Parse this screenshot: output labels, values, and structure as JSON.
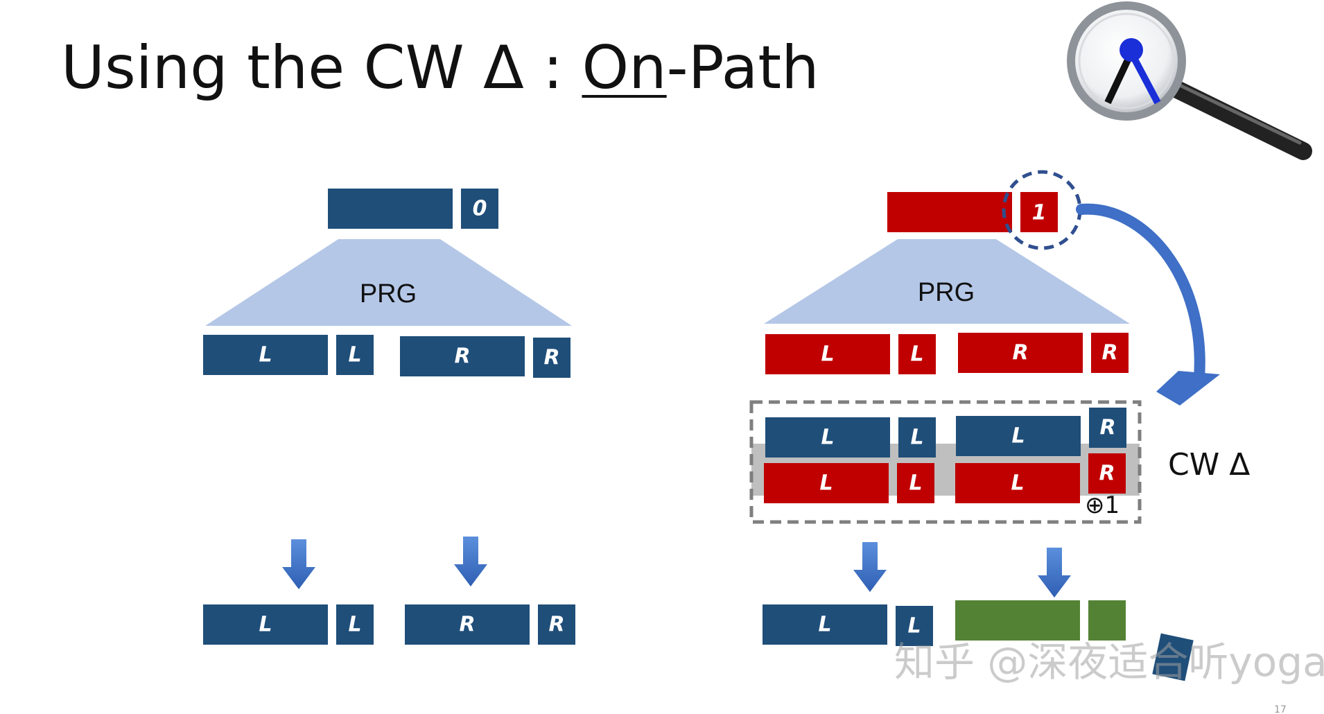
{
  "title": {
    "prefix": "Using the CW Δ : ",
    "underlined": "On",
    "suffix": "-Path"
  },
  "colors": {
    "blue": "#1f4e79",
    "red": "#c00000",
    "green": "#548235",
    "prg": "#b4c7e7",
    "arrow": "#4472c4",
    "gray": "#bfbfbf"
  },
  "left_tree": {
    "seed_bit": "0",
    "prg_label": "PRG",
    "children": [
      "L",
      "L",
      "R",
      "R"
    ],
    "outputs": [
      "L",
      "L",
      "R",
      "R"
    ]
  },
  "right_tree": {
    "seed_bit": "1",
    "prg_label": "PRG",
    "children": [
      "L",
      "L",
      "R",
      "R"
    ],
    "cw_top": [
      "L",
      "L",
      "L",
      "R"
    ],
    "cw_bottom": [
      "L",
      "L",
      "L",
      "R"
    ],
    "xor_label": "⊕1",
    "cw_label": "CW Δ",
    "outputs": [
      "L",
      "L"
    ]
  },
  "magnifier_icon": "magnifying-glass-icon",
  "watermark": "知乎 @深夜适合听yoga",
  "page_number": "17"
}
